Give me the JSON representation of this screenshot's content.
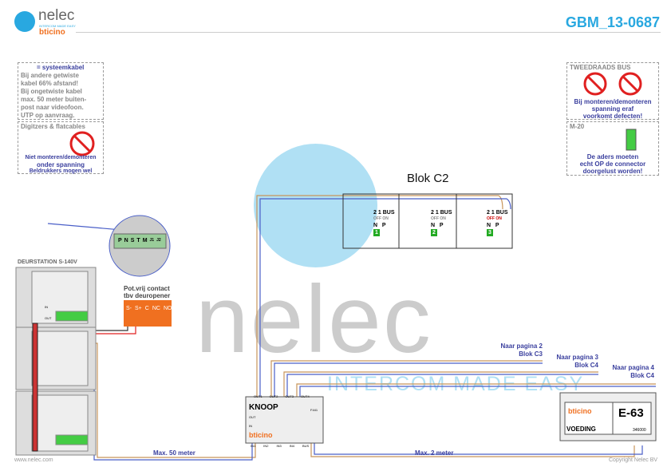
{
  "header": {
    "logo_text": "nelec",
    "logo_tagline": "INTERCOM MADE EASY",
    "logo_brand": "bticino",
    "doc_id": "GBM_13-0687"
  },
  "watermark": {
    "text": "nelec",
    "tagline": "INTERCOM MADE EASY"
  },
  "notes": {
    "systeemkabel": {
      "legend": "= systeemkabel",
      "lines": [
        "Bij andere getwiste",
        "kabel 66% afstand!",
        "Bij ongetwiste kabel",
        "max. 50 meter buiten-",
        "post naar videofoon.",
        "UTP op aanvraag."
      ]
    },
    "digitzers": {
      "title": "Digitzers & flatcables",
      "lines": [
        "Niet monteren/demonteren",
        "onder spanning",
        "Beldrukkers mogen wel"
      ]
    },
    "tweedraads": {
      "title": "TWEEDRAADS BUS",
      "lines": [
        "Bij monteren/demonteren",
        "spanning eraf",
        "voorkomt defecten!"
      ]
    },
    "m20": {
      "title": "M-20",
      "lines": [
        "De aders moeten",
        "echt OP de connector",
        "doorgelust worden!"
      ]
    }
  },
  "blok": {
    "title": "Blok C2",
    "units": [
      {
        "num": "1",
        "switch": "OFF ON"
      },
      {
        "num": "2",
        "switch": "OFF ON"
      },
      {
        "num": "3",
        "switch": "OFF ON"
      }
    ],
    "terminal_labels": [
      "2",
      "1",
      "BUS"
    ],
    "np": [
      "N",
      "P"
    ]
  },
  "deurstation": {
    "title": "DEURSTATION S-140V",
    "terms": [
      "P",
      "N",
      "S",
      "T",
      "M",
      "J1",
      "J2"
    ],
    "in": "IN",
    "out": "OUT"
  },
  "contact": {
    "title1": "Pot.vrij contact",
    "title2": "tbv deuropener",
    "terms": [
      "S-",
      "S+",
      "C",
      "NC",
      "NO"
    ]
  },
  "knoop": {
    "name": "KNOOP",
    "code": "F441",
    "brand": "bticino",
    "out": "OUT",
    "in": "IN",
    "top": [
      "OUT1",
      "OUT2",
      "OUT3",
      "OUT4"
    ],
    "bottom": [
      "IN1",
      "IN2",
      "IN3",
      "IN4",
      "BUS"
    ]
  },
  "voeding": {
    "name": "E-63",
    "label": "VOEDING",
    "brand": "bticino",
    "code": "346000"
  },
  "links": [
    {
      "line1": "Naar pagina 2",
      "line2": "Blok C3"
    },
    {
      "line1": "Naar pagina 3",
      "line2": "Blok C4"
    },
    {
      "line1": "Naar pagina 4",
      "line2": "Blok C4"
    }
  ],
  "distances": {
    "d1": "Max. 50 meter",
    "d2": "Max. 2 meter"
  },
  "footer": {
    "left": "www.nelec.com",
    "right": "Copyright Nelec BV"
  },
  "colors": {
    "brand_blue": "#29a8e0",
    "wire_brown": "#c8955a",
    "wire_blue": "#4a5fc8",
    "bticino_orange": "#f07020",
    "text_blue": "#3a3f9e"
  }
}
